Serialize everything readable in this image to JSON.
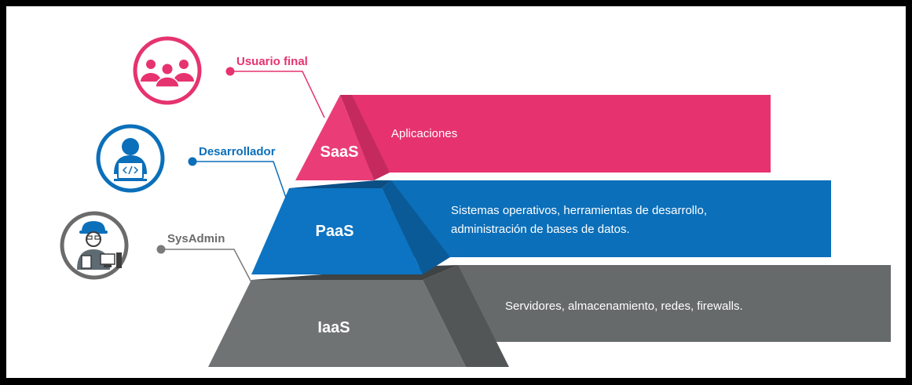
{
  "colors": {
    "saas": "#e6336f",
    "paas": "#0b6fba",
    "iaas": "#666a6a",
    "sysadmin_text": "#6b6b6b"
  },
  "roles": {
    "end_user": {
      "label": "Usuario final",
      "icon": "users-group-icon"
    },
    "developer": {
      "label": "Desarrollador",
      "icon": "developer-laptop-icon"
    },
    "sysadmin": {
      "label": "SysAdmin",
      "icon": "engineer-computer-icon"
    }
  },
  "tiers": {
    "saas": {
      "name": "SaaS",
      "description": "Aplicaciones"
    },
    "paas": {
      "name": "PaaS",
      "description_line1": "Sistemas operativos, herramientas de desarrollo,",
      "description_line2": "administración de bases de datos."
    },
    "iaas": {
      "name": "IaaS",
      "description": "Servidores, almacenamiento, redes, firewalls."
    }
  }
}
